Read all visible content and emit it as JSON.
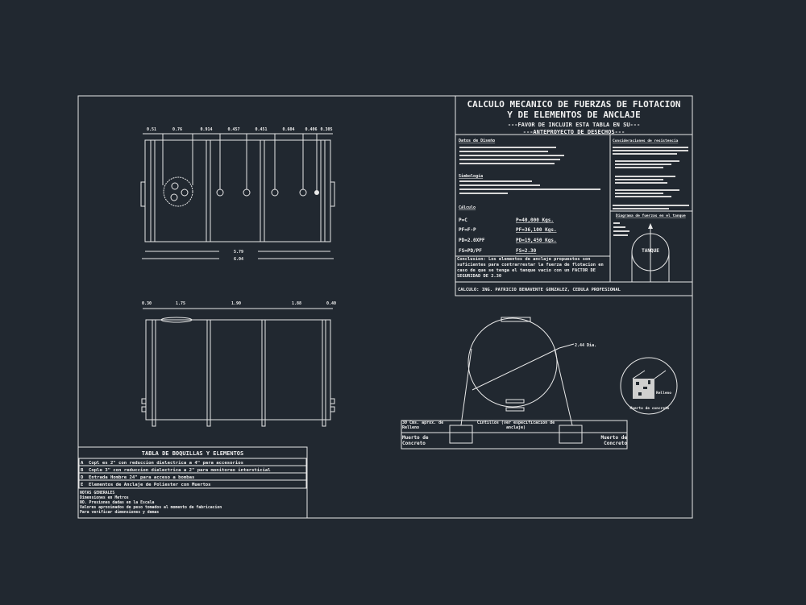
{
  "title_block": {
    "title_line1": "CALCULO MECANICO DE FUERZAS DE FLOTACION",
    "title_line2": "Y DE ELEMENTOS DE ANCLAJE",
    "subtitle_line1": "---FAVOR DE INCLUIR ESTA TABLA EN SU---",
    "subtitle_line2": "---ANTEPROYECTO DE DESECHOS---",
    "section_design": "Datos de Diseño",
    "section_symbols": "Simbología",
    "section_calc": "Cálculo",
    "section_resistance": "Consideraciones de resistencia",
    "section_forces": "Diagrama de fuerzas en el tanque",
    "tank_label": "TANQUE",
    "calc_rows": [
      {
        "formula": "P=C",
        "result": "P=40,000 Kgs."
      },
      {
        "formula": "PF=F-P",
        "result": "PF=36,100 Kgs."
      },
      {
        "formula": "PD=2.0XPF",
        "result": "PD=19,450 Kgs."
      },
      {
        "formula": "FS=PD/PF",
        "result": "FS=2.30"
      }
    ],
    "conclusion": "Conclusion: Los elementos de anclaje propuestos son suficientes para contrarrestar la fuerza de flotacion en caso de que se tenga el tanque vacio con un FACTOR DE SEGURIDAD DE 2.30",
    "calculated_by": "CALCULO: ING. PATRICIO BENAVENTE GONZALEZ, CEDULA PROFESIONAL"
  },
  "plan_view": {
    "top_dims": [
      "0.51",
      "0.76",
      "0.914",
      "0.457",
      "0.451",
      "0.604",
      "0.406",
      "0.305"
    ],
    "overall_dims": [
      "5.79",
      "6.04"
    ]
  },
  "elevation_view": {
    "top_dims": [
      "0.30",
      "1.75",
      "1.90",
      "1.88",
      "0.40"
    ]
  },
  "section_view": {
    "diameter_label": "2.44 Dia.",
    "backfill_label": "30 Cms. aprox. de Relleno",
    "strap_label": "Cintillos (ver especificacion de anclaje)",
    "deadman_left": "Muerto de Concreto",
    "deadman_right": "Muerto de Concreto",
    "detail_label": "Relleno",
    "detail_bottom": "Muerto de concreto"
  },
  "fittings_table": {
    "title": "TABLA DE BOQUILLAS Y ELEMENTOS",
    "rows": [
      {
        "key": "A",
        "text": "Copl es 2\" con reduccion dielectrica a 4\" para accesorios"
      },
      {
        "key": "B",
        "text": "Cople 3\" con reduccion dielectrica a 2\" para monitoreo intersticial"
      },
      {
        "key": "D",
        "text": "Entrada Hombre 24\" para acceso a bombas"
      },
      {
        "key": "E",
        "text": "Elementos de Anclaje de Poliester con Muertos"
      }
    ],
    "notes": [
      "NOTAS GENERALES",
      "Dimensiones en Metros",
      "NO. Presiones dadas en la Escala",
      "Valores aproximados de peso tomados al momento de fabricacion",
      "Para verificar dimensiones y demas"
    ]
  },
  "colors": {
    "background": "#212830",
    "lines": "#e8e8e8"
  }
}
